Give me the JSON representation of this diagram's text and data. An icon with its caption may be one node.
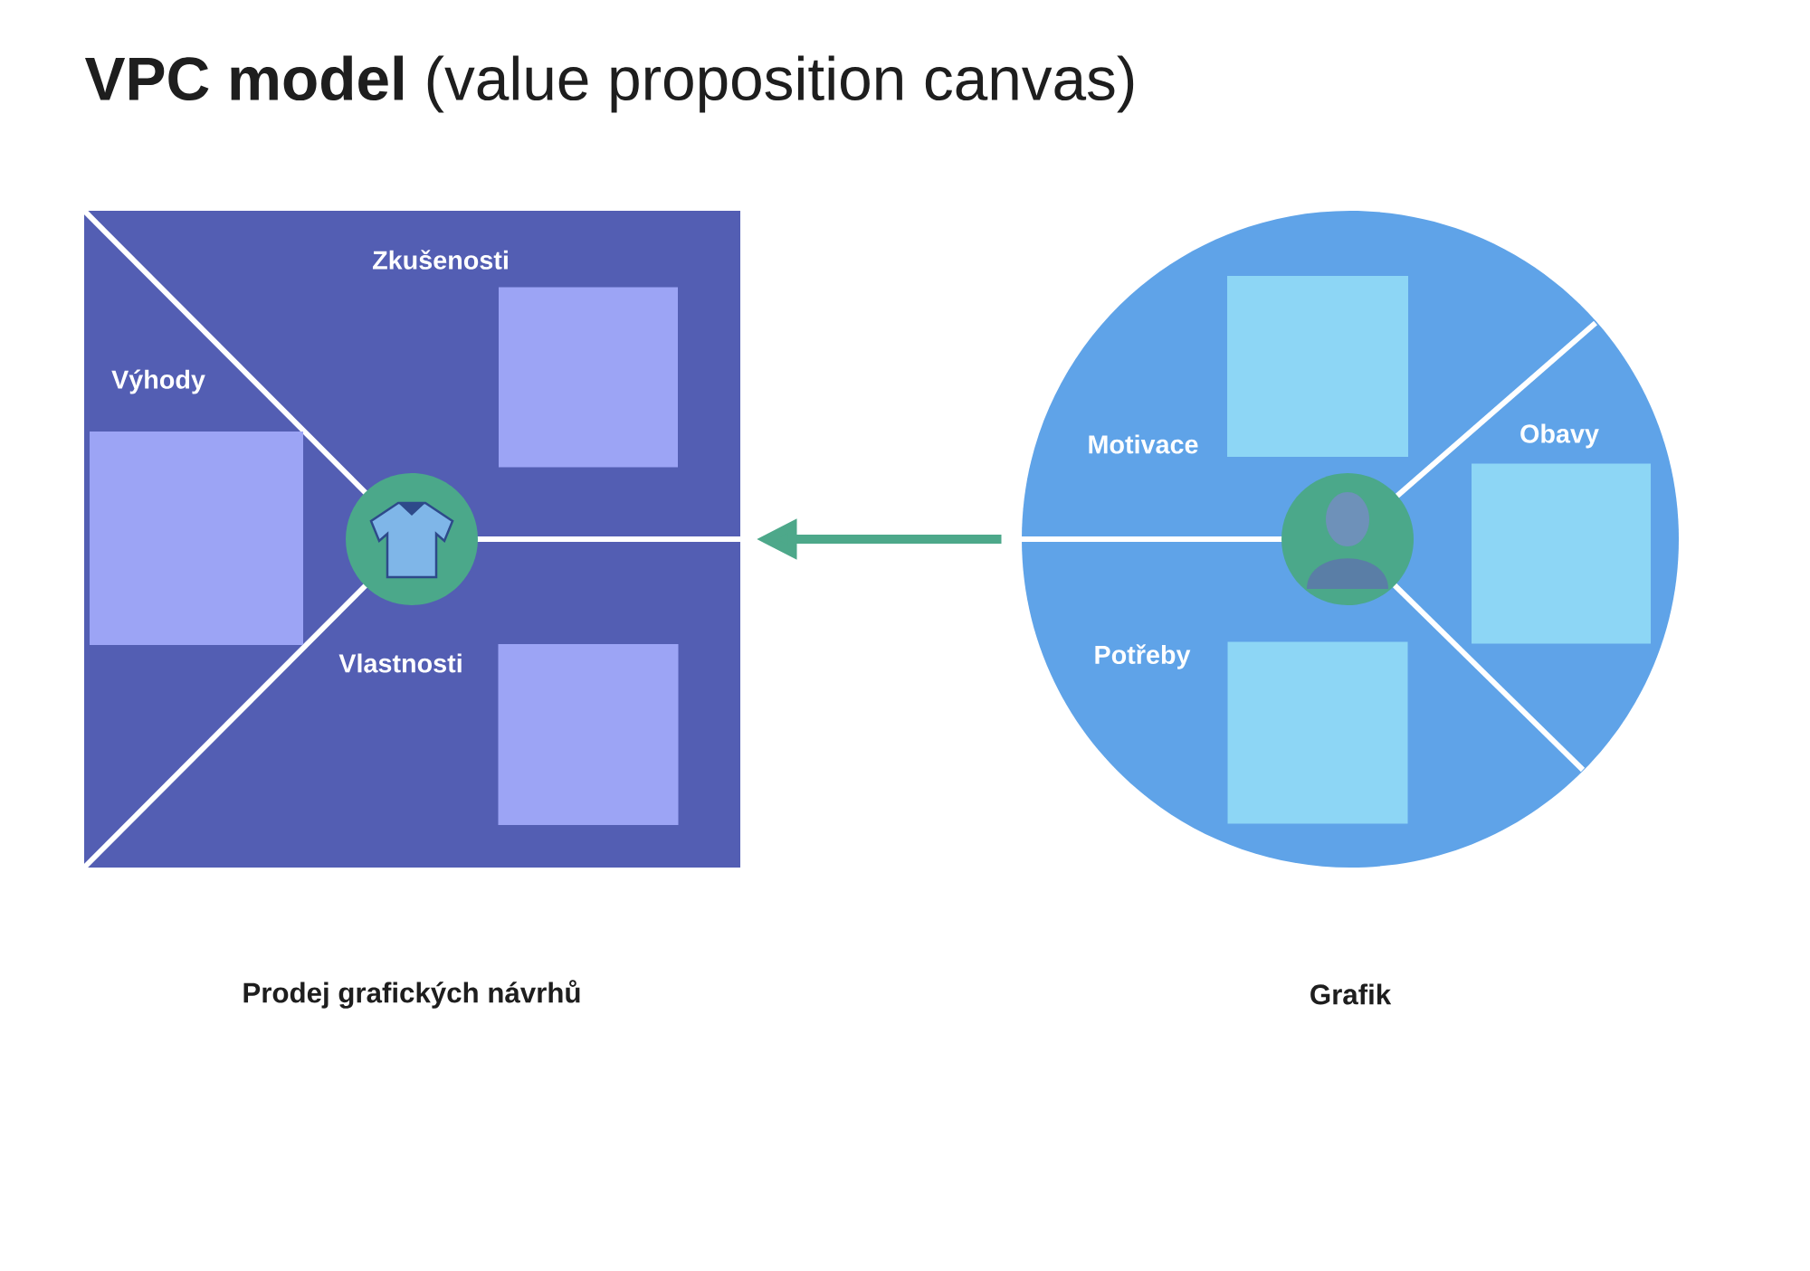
{
  "diagram": {
    "title": "**VPC model** (value proposition canvas)",
    "nodes": [
      {
        "text": [],
        "shape": "box"
      },
      {
        "text": [
          "Zkušenosti"
        ],
        "in": 0
      },
      {
        "text": [
          "Výhody"
        ],
        "in": 0
      },
      {
        "text": [],
        "shape": "circle",
        "in": 0
      },
      {
        "text": [
          "Vlastnosti"
        ],
        "in": 0
      },
      {
        "text": [],
        "shape": "circle"
      },
      {
        "text": [
          "Motivace"
        ],
        "in": 5
      },
      {
        "text": [
          "Obavy"
        ],
        "in": 5
      },
      {
        "text": [],
        "shape": "circle",
        "in": 5
      },
      {
        "text": [
          "Potřeby"
        ],
        "in": 5
      }
    ],
    "labels": [
      "Prodej grafických návrhů",
      "Grafik"
    ],
    "edges": [
      {
        "from": 5,
        "to": 0,
        "arrow": "to",
        "color": "#4da88a"
      }
    ]
  }
}
